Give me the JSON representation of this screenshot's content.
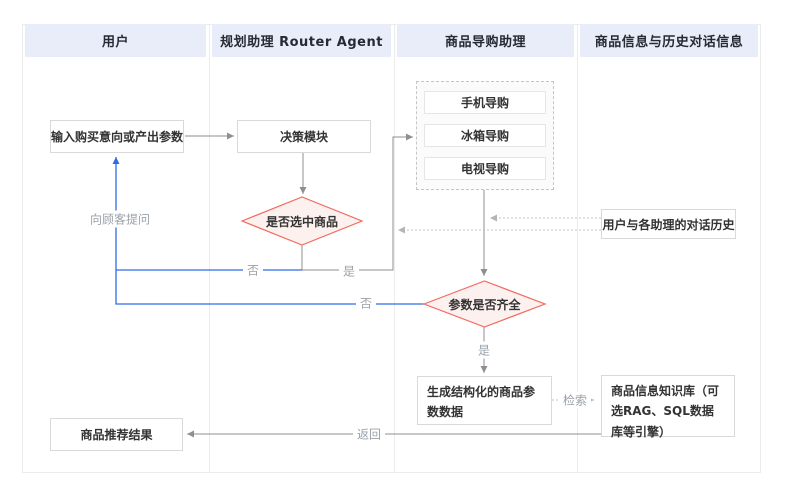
{
  "lanes": [
    {
      "label": "用户"
    },
    {
      "label": "规划助理 Router Agent"
    },
    {
      "label": "商品导购助理"
    },
    {
      "label": "商品信息与历史对话信息"
    }
  ],
  "nodes": {
    "input": {
      "label": "输入购买意向或产出参数"
    },
    "decision_module": {
      "label": "决策模块"
    },
    "check_selected": {
      "label": "是否选中商品"
    },
    "guide_phone": {
      "label": "手机导购"
    },
    "guide_fridge": {
      "label": "冰箱导购"
    },
    "guide_tv": {
      "label": "电视导购"
    },
    "check_params": {
      "label": "参数是否齐全"
    },
    "generate_params": {
      "label": "生成结构化的商品参数数据"
    },
    "knowledge_base": {
      "label": "商品信息知识库（可选RAG、SQL数据库等引擎）"
    },
    "dialog_history": {
      "label": "用户与各助理的对话历史"
    },
    "result": {
      "label": "商品推荐结果"
    }
  },
  "edge_labels": {
    "ask_customer": "向顾客提问",
    "selected_no": "否",
    "selected_yes": "是",
    "params_no": "否",
    "params_yes": "是",
    "search": "检索",
    "return": "返回"
  },
  "colors": {
    "header_bg": "#e8edf9",
    "diamond_border": "#f26a5e",
    "diamond_fill": "#fdf1ef",
    "line_blue": "#2f6be6",
    "line_gray": "#8f8f8f",
    "line_dashed": "#c2c2c2",
    "label_gray": "#9aa1a9",
    "node_border": "#d9d9d9",
    "frame_gray": "#ececec"
  }
}
